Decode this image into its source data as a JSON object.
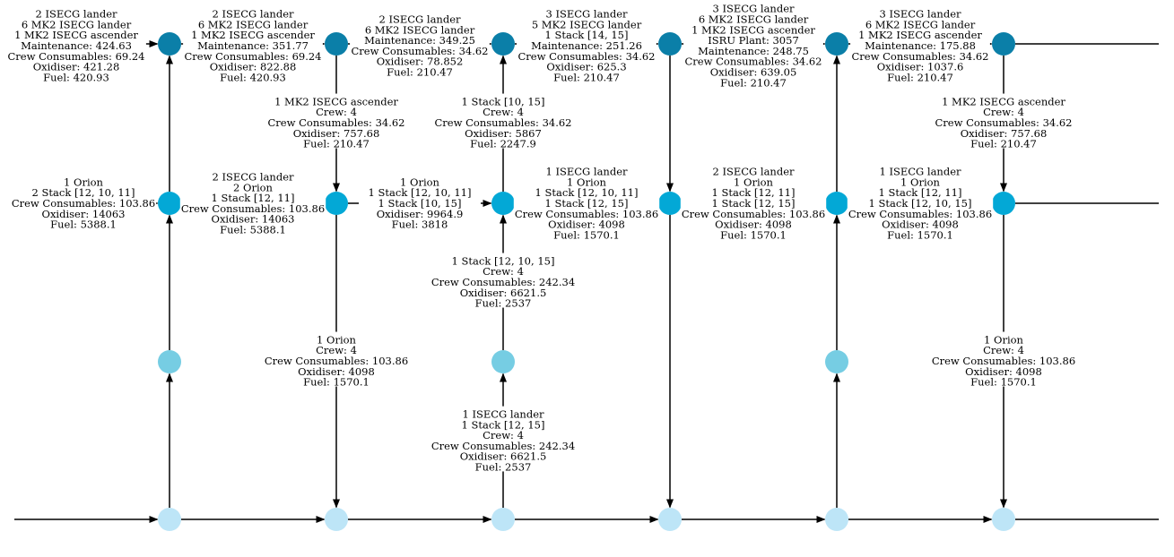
{
  "colors": {
    "top": "#0b7fa8",
    "upper": "#03a8d6",
    "middle": "#76cde3",
    "bottom": "#bde5f7",
    "edge": "#000000"
  },
  "columns": [
    "c1",
    "c2",
    "c3",
    "c4",
    "c5",
    "c6"
  ],
  "levels": [
    "top",
    "upper",
    "middle",
    "bottom"
  ],
  "nodes": [
    {
      "id": "c1-top",
      "col": "c1",
      "level": "top"
    },
    {
      "id": "c2-top",
      "col": "c2",
      "level": "top"
    },
    {
      "id": "c3-top",
      "col": "c3",
      "level": "top"
    },
    {
      "id": "c4-top",
      "col": "c4",
      "level": "top"
    },
    {
      "id": "c5-top",
      "col": "c5",
      "level": "top"
    },
    {
      "id": "c6-top",
      "col": "c6",
      "level": "top"
    },
    {
      "id": "c1-upper",
      "col": "c1",
      "level": "upper"
    },
    {
      "id": "c2-upper",
      "col": "c2",
      "level": "upper"
    },
    {
      "id": "c3-upper",
      "col": "c3",
      "level": "upper"
    },
    {
      "id": "c4-upper",
      "col": "c4",
      "level": "upper"
    },
    {
      "id": "c5-upper",
      "col": "c5",
      "level": "upper"
    },
    {
      "id": "c6-upper",
      "col": "c6",
      "level": "upper"
    },
    {
      "id": "c1-middle",
      "col": "c1",
      "level": "middle"
    },
    {
      "id": "c3-middle",
      "col": "c3",
      "level": "middle"
    },
    {
      "id": "c5-middle",
      "col": "c5",
      "level": "middle"
    },
    {
      "id": "c1-bottom",
      "col": "c1",
      "level": "bottom"
    },
    {
      "id": "c2-bottom",
      "col": "c2",
      "level": "bottom"
    },
    {
      "id": "c3-bottom",
      "col": "c3",
      "level": "bottom"
    },
    {
      "id": "c4-bottom",
      "col": "c4",
      "level": "bottom"
    },
    {
      "id": "c5-bottom",
      "col": "c5",
      "level": "bottom"
    },
    {
      "id": "c6-bottom",
      "col": "c6",
      "level": "bottom"
    }
  ],
  "edges": [
    {
      "id": "top-in",
      "from": "left-edge",
      "to": "c1-top",
      "stub": true
    },
    {
      "id": "top-c1-c2",
      "from": "c1-top",
      "to": "c2-top"
    },
    {
      "id": "top-c2-c3",
      "from": "c2-top",
      "to": "c3-top"
    },
    {
      "id": "top-c3-c4",
      "from": "c3-top",
      "to": "c4-top"
    },
    {
      "id": "top-c4-c5",
      "from": "c4-top",
      "to": "c5-top"
    },
    {
      "id": "top-c5-c6",
      "from": "c5-top",
      "to": "c6-top"
    },
    {
      "id": "top-out",
      "from": "c6-top",
      "to": "right-edge",
      "plain": true
    },
    {
      "id": "upper-in",
      "from": "left-edge",
      "to": "c1-upper",
      "stub": true
    },
    {
      "id": "upper-c1-c2",
      "from": "c1-upper",
      "to": "c2-upper"
    },
    {
      "id": "upper-c2-c3",
      "from": "c2-upper",
      "to": "c3-upper"
    },
    {
      "id": "upper-c3-c4",
      "from": "c3-upper",
      "to": "c4-upper"
    },
    {
      "id": "upper-c4-c5",
      "from": "c4-upper",
      "to": "c5-upper"
    },
    {
      "id": "upper-c5-c6",
      "from": "c5-upper",
      "to": "c6-upper"
    },
    {
      "id": "upper-out",
      "from": "c6-upper",
      "to": "right-edge",
      "plain": true
    },
    {
      "id": "bottom-in",
      "from": "left-edge",
      "to": "c1-bottom"
    },
    {
      "id": "bottom-c1-c2",
      "from": "c1-bottom",
      "to": "c2-bottom"
    },
    {
      "id": "bottom-c2-c3",
      "from": "c2-bottom",
      "to": "c3-bottom"
    },
    {
      "id": "bottom-c3-c4",
      "from": "c3-bottom",
      "to": "c4-bottom"
    },
    {
      "id": "bottom-c4-c5",
      "from": "c4-bottom",
      "to": "c5-bottom"
    },
    {
      "id": "bottom-c5-c6",
      "from": "c5-bottom",
      "to": "c6-bottom"
    },
    {
      "id": "bottom-out",
      "from": "c6-bottom",
      "to": "right-edge",
      "plain": true
    },
    {
      "id": "c1-upper-top",
      "from": "c1-upper",
      "to": "c1-top"
    },
    {
      "id": "c1-middle-upper",
      "from": "c1-middle",
      "to": "c1-upper"
    },
    {
      "id": "c1-bottom-middle",
      "from": "c1-bottom",
      "to": "c1-middle"
    },
    {
      "id": "c2-top-upper",
      "from": "c2-top",
      "to": "c2-upper"
    },
    {
      "id": "c2-upper-bottom",
      "from": "c2-upper",
      "to": "c2-bottom"
    },
    {
      "id": "c3-upper-top",
      "from": "c3-upper",
      "to": "c3-top"
    },
    {
      "id": "c3-middle-upper",
      "from": "c3-middle",
      "to": "c3-upper"
    },
    {
      "id": "c3-bottom-middle",
      "from": "c3-bottom",
      "to": "c3-middle"
    },
    {
      "id": "c4-top-upper",
      "from": "c4-top",
      "to": "c4-upper"
    },
    {
      "id": "c4-upper-bottom",
      "from": "c4-upper",
      "to": "c4-bottom"
    },
    {
      "id": "c5-upper-top",
      "from": "c5-upper",
      "to": "c5-top"
    },
    {
      "id": "c5-middle-upper",
      "from": "c5-middle",
      "to": "c5-upper"
    },
    {
      "id": "c5-bottom-middle",
      "from": "c5-bottom",
      "to": "c5-middle"
    },
    {
      "id": "c6-top-upper",
      "from": "c6-top",
      "to": "c6-upper"
    },
    {
      "id": "c6-upper-bottom",
      "from": "c6-upper",
      "to": "c6-bottom"
    }
  ],
  "labels": [
    {
      "id": "top-in",
      "lines": [
        "2 ISECG lander",
        "6 MK2 ISECG lander",
        "1 MK2 ISECG ascender",
        "Maintenance: 424.63",
        "Crew Consumables: 69.24",
        "Oxidiser: 421.28",
        "Fuel: 420.93"
      ]
    },
    {
      "id": "top-c1-c2",
      "lines": [
        "2 ISECG lander",
        "6 MK2 ISECG lander",
        "1 MK2 ISECG ascender",
        "Maintenance: 351.77",
        "Crew Consumables: 69.24",
        "Oxidiser: 822.88",
        "Fuel: 420.93"
      ]
    },
    {
      "id": "top-c2-c3",
      "lines": [
        "2 ISECG lander",
        "6 MK2 ISECG lander",
        "Maintenance: 349.25",
        "Crew Consumables: 34.62",
        "Oxidiser: 78.852",
        "Fuel: 210.47"
      ]
    },
    {
      "id": "top-c3-c4",
      "lines": [
        "3 ISECG lander",
        "5 MK2 ISECG lander",
        "1 Stack [14, 15]",
        "Maintenance: 251.26",
        "Crew Consumables: 34.62",
        "Oxidiser: 625.3",
        "Fuel: 210.47"
      ]
    },
    {
      "id": "top-c4-c5",
      "lines": [
        "3 ISECG lander",
        "6 MK2 ISECG lander",
        "1 MK2 ISECG ascender",
        "ISRU Plant: 3057",
        "Maintenance: 248.75",
        "Crew Consumables: 34.62",
        "Oxidiser: 639.05",
        "Fuel: 210.47"
      ]
    },
    {
      "id": "top-c5-c6",
      "lines": [
        "3 ISECG lander",
        "6 MK2 ISECG lander",
        "1 MK2 ISECG ascender",
        "Maintenance: 175.88",
        "Crew Consumables: 34.62",
        "Oxidiser: 1037.6",
        "Fuel: 210.47"
      ]
    },
    {
      "id": "c2-top-upper",
      "lines": [
        "1 MK2 ISECG ascender",
        "Crew: 4",
        "Crew Consumables: 34.62",
        "Oxidiser: 757.68",
        "Fuel: 210.47"
      ]
    },
    {
      "id": "c3-upper-top",
      "lines": [
        "1 Stack [10, 15]",
        "Crew: 4",
        "Crew Consumables: 34.62",
        "Oxidiser: 5867",
        "Fuel: 2247.9"
      ]
    },
    {
      "id": "c6-top-upper",
      "lines": [
        "1 MK2 ISECG ascender",
        "Crew: 4",
        "Crew Consumables: 34.62",
        "Oxidiser: 757.68",
        "Fuel: 210.47"
      ]
    },
    {
      "id": "upper-in",
      "lines": [
        "1 Orion",
        "2 Stack [12, 10, 11]",
        "Crew Consumables: 103.86",
        "Oxidiser: 14063",
        "Fuel: 5388.1"
      ]
    },
    {
      "id": "upper-c1-c2",
      "lines": [
        "2 ISECG lander",
        "2 Orion",
        "1 Stack [12, 11]",
        "Crew Consumables: 103.86",
        "Oxidiser: 14063",
        "Fuel: 5388.1"
      ]
    },
    {
      "id": "upper-c2-c3",
      "lines": [
        "1 Orion",
        "1 Stack [12, 10, 11]",
        "1 Stack [10, 15]",
        "Oxidiser: 9964.9",
        "Fuel: 3818"
      ]
    },
    {
      "id": "upper-c3-c4",
      "lines": [
        "1 ISECG lander",
        "1 Orion",
        "1 Stack [12, 10, 11]",
        "1 Stack [12, 15]",
        "Crew Consumables: 103.86",
        "Oxidiser: 4098",
        "Fuel: 1570.1"
      ]
    },
    {
      "id": "upper-c4-c5",
      "lines": [
        "2 ISECG lander",
        "1 Orion",
        "1 Stack [12, 11]",
        "1 Stack [12, 15]",
        "Crew Consumables: 103.86",
        "Oxidiser: 4098",
        "Fuel: 1570.1"
      ]
    },
    {
      "id": "upper-c5-c6",
      "lines": [
        "1 ISECG lander",
        "1 Orion",
        "1 Stack [12, 11]",
        "1 Stack [12, 10, 15]",
        "Crew Consumables: 103.86",
        "Oxidiser: 4098",
        "Fuel: 1570.1"
      ]
    },
    {
      "id": "c3-middle-upper",
      "lines": [
        "1 Stack [12, 10, 15]",
        "Crew: 4",
        "Crew Consumables: 242.34",
        "Oxidiser: 6621.5",
        "Fuel: 2537"
      ]
    },
    {
      "id": "c2-upper-bottom",
      "lines": [
        "1 Orion",
        "Crew: 4",
        "Crew Consumables: 103.86",
        "Oxidiser: 4098",
        "Fuel: 1570.1"
      ]
    },
    {
      "id": "c6-upper-bottom",
      "lines": [
        "1 Orion",
        "Crew: 4",
        "Crew Consumables: 103.86",
        "Oxidiser: 4098",
        "Fuel: 1570.1"
      ]
    },
    {
      "id": "c3-bottom-middle",
      "lines": [
        "1 ISECG lander",
        "1 Stack [12, 15]",
        "Crew: 4",
        "Crew Consumables: 242.34",
        "Oxidiser: 6621.5",
        "Fuel: 2537"
      ]
    }
  ]
}
